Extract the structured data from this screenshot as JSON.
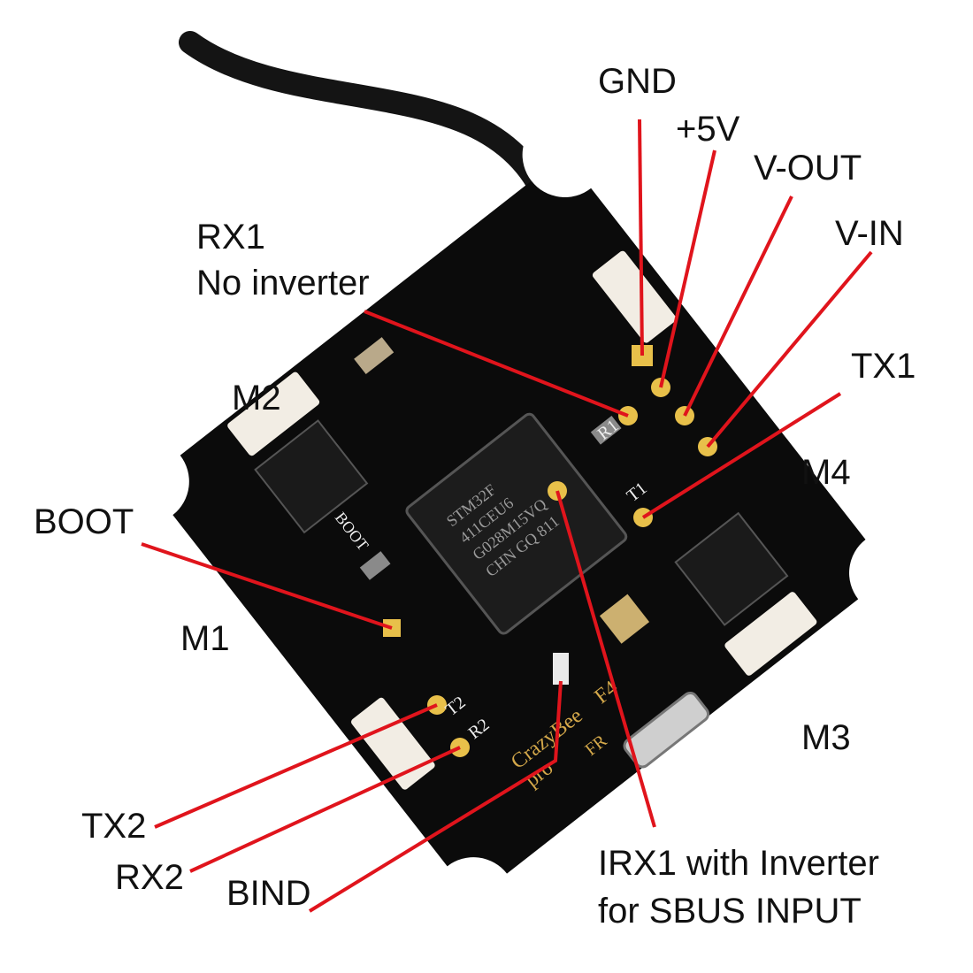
{
  "labels": {
    "gnd": "GND",
    "plus5v": "+5V",
    "vout": "V-OUT",
    "vin": "V-IN",
    "rx1_line1": "RX1",
    "rx1_line2": "No inverter",
    "tx1": "TX1",
    "m2": "M2",
    "m4": "M4",
    "boot": "BOOT",
    "m1": "M1",
    "m3": "M3",
    "tx2": "TX2",
    "rx2": "RX2",
    "bind": "BIND",
    "irx1_line1": "IRX1 with Inverter",
    "irx1_line2": "for SBUS INPUT"
  },
  "silkscreen": {
    "mcu_lines": [
      "STM32F",
      "411CEU6",
      "G028M15VQ",
      "CHN GQ 811"
    ],
    "brand_line1": "CrazyBee",
    "brand_line2": "F4",
    "brand_line3": "pro",
    "fr": "FR",
    "boot": "BOOT",
    "r1": "R1",
    "t1": "T1",
    "r2": "R2",
    "t2": "T2"
  },
  "colors": {
    "board": "#0b0b0b",
    "leader": "#e0141c",
    "pad": "#e8c04a",
    "connector": "#f2ede4"
  }
}
